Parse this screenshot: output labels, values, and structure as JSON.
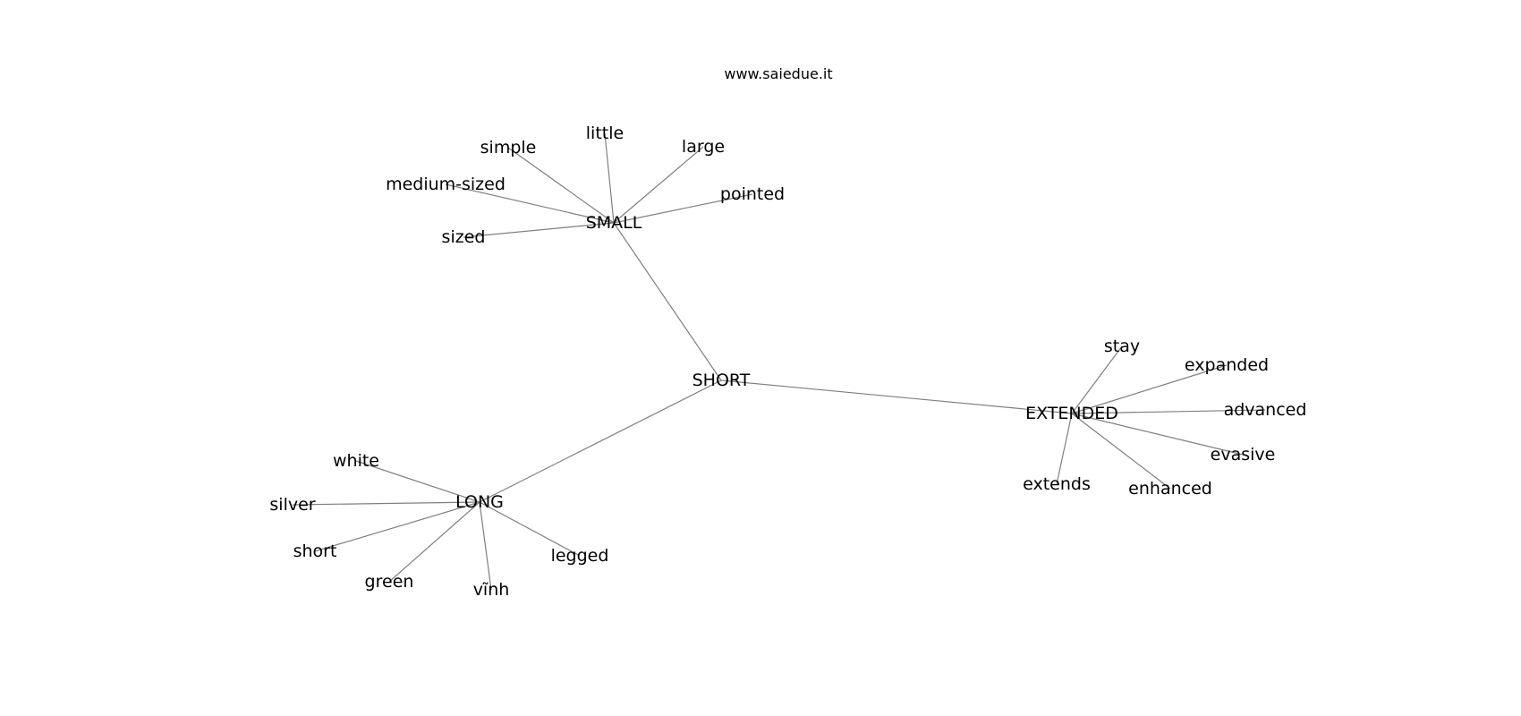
{
  "watermark": "www.saiedue.it",
  "graph": {
    "nodes": [
      {
        "id": "short_hub",
        "label": "SHORT"
      },
      {
        "id": "small",
        "label": "SMALL"
      },
      {
        "id": "long",
        "label": "LONG"
      },
      {
        "id": "extended",
        "label": "EXTENDED"
      },
      {
        "id": "simple",
        "label": "simple"
      },
      {
        "id": "little",
        "label": "little"
      },
      {
        "id": "large",
        "label": "large"
      },
      {
        "id": "medium_sized",
        "label": "medium-sized"
      },
      {
        "id": "pointed",
        "label": "pointed"
      },
      {
        "id": "sized",
        "label": "sized"
      },
      {
        "id": "white",
        "label": "white"
      },
      {
        "id": "silver",
        "label": "silver"
      },
      {
        "id": "short_leaf",
        "label": "short"
      },
      {
        "id": "green",
        "label": "green"
      },
      {
        "id": "vinh",
        "label": "vĩnh"
      },
      {
        "id": "legged",
        "label": "legged"
      },
      {
        "id": "stay",
        "label": "stay"
      },
      {
        "id": "expanded",
        "label": "expanded"
      },
      {
        "id": "advanced",
        "label": "advanced"
      },
      {
        "id": "evasive",
        "label": "evasive"
      },
      {
        "id": "enhanced",
        "label": "enhanced"
      },
      {
        "id": "extends",
        "label": "extends"
      }
    ],
    "edges": [
      [
        "short_hub",
        "small"
      ],
      [
        "short_hub",
        "long"
      ],
      [
        "short_hub",
        "extended"
      ],
      [
        "small",
        "simple"
      ],
      [
        "small",
        "little"
      ],
      [
        "small",
        "large"
      ],
      [
        "small",
        "medium_sized"
      ],
      [
        "small",
        "pointed"
      ],
      [
        "small",
        "sized"
      ],
      [
        "long",
        "white"
      ],
      [
        "long",
        "silver"
      ],
      [
        "long",
        "short_leaf"
      ],
      [
        "long",
        "green"
      ],
      [
        "long",
        "vinh"
      ],
      [
        "long",
        "legged"
      ],
      [
        "extended",
        "stay"
      ],
      [
        "extended",
        "expanded"
      ],
      [
        "extended",
        "advanced"
      ],
      [
        "extended",
        "evasive"
      ],
      [
        "extended",
        "enhanced"
      ],
      [
        "extended",
        "extends"
      ]
    ]
  }
}
